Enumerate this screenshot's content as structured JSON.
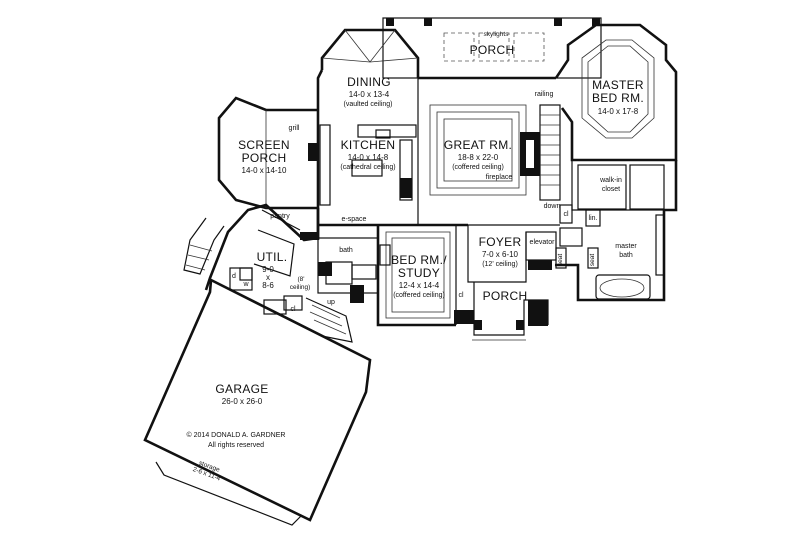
{
  "rooms": {
    "porch_top": {
      "name": "PORCH",
      "note": "skylights"
    },
    "dining": {
      "name": "DINING",
      "dims": "14-0 x 13-4",
      "note": "(vaulted ceiling)"
    },
    "master": {
      "name1": "MASTER",
      "name2": "BED RM.",
      "dims": "14-0 x 17-8"
    },
    "screen_porch": {
      "name1": "SCREEN",
      "name2": "PORCH",
      "dims": "14-0 x 14-10",
      "grill": "grill"
    },
    "kitchen": {
      "name": "KITCHEN",
      "dims": "14-0 x 14-8",
      "note": "(cathedral ceiling)"
    },
    "great": {
      "name": "GREAT RM.",
      "dims": "18-8 x 22-0",
      "note": "(coffered ceiling)",
      "fireplace": "fireplace",
      "railing": "railing"
    },
    "walkin": {
      "line1": "walk-in",
      "line2": "closet"
    },
    "pantry": {
      "name": "pantry"
    },
    "espace": {
      "name": "e-space"
    },
    "down": {
      "name": "down"
    },
    "cl_a": {
      "name": "cl"
    },
    "lin": {
      "name": "lin."
    },
    "util": {
      "name": "UTIL.",
      "dims1": "9-0",
      "dims2": "x",
      "dims3": "8-6",
      "note1": "(8'",
      "note2": "ceiling)",
      "d": "d",
      "w": "w"
    },
    "bath": {
      "name": "bath"
    },
    "bed_study": {
      "name1": "BED RM./",
      "name2": "STUDY",
      "dims": "12-4 x 14-4",
      "note": "(coffered ceiling)"
    },
    "foyer": {
      "name": "FOYER",
      "dims": "7-0 x 6-10",
      "note": "(12' ceiling)"
    },
    "elevator": {
      "name": "elevator"
    },
    "seat1": {
      "name": "seat"
    },
    "seat2": {
      "name": "seat"
    },
    "master_bath": {
      "line1": "master",
      "line2": "bath"
    },
    "cl_b": {
      "name": "cl"
    },
    "cl_c": {
      "name": "cl"
    },
    "up": {
      "name": "up"
    },
    "porch_front": {
      "name": "PORCH"
    },
    "garage": {
      "name": "GARAGE",
      "dims": "26-0 x 26-0"
    },
    "storage": {
      "name": "storage",
      "dims": "2-6 x 11-4"
    }
  },
  "copyright": {
    "line1": "© 2014 DONALD A. GARDNER",
    "line2": "All rights reserved"
  }
}
